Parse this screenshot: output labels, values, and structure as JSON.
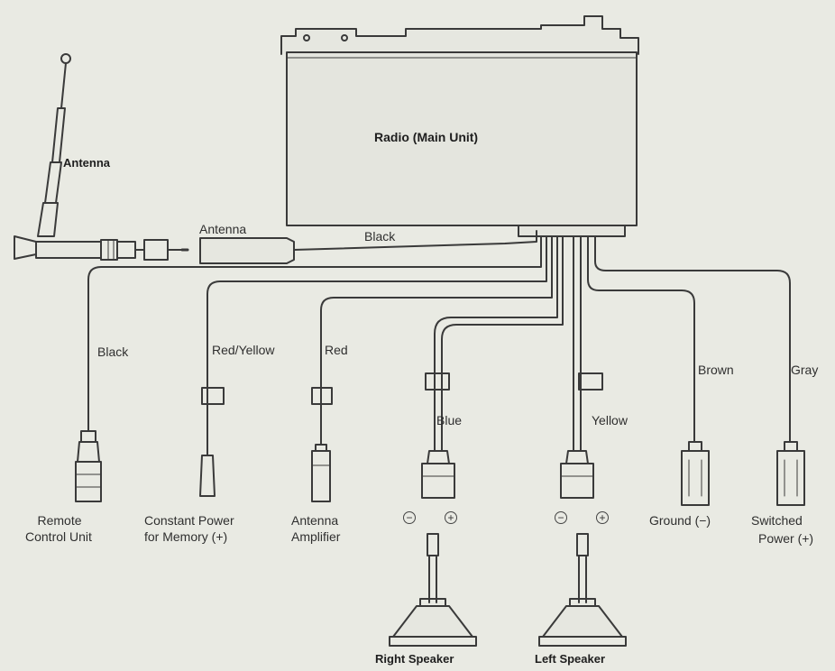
{
  "diagram": {
    "main_unit": "Radio (Main Unit)",
    "antenna_title": "Antenna",
    "antenna_plug_label": "Antenna",
    "wire_labels": {
      "antenna_cable": "Black",
      "remote": "Black",
      "memory": "Red/Yellow",
      "amplifier": "Red",
      "right_speaker": "Blue",
      "left_speaker": "Yellow",
      "ground": "Brown",
      "switched": "Gray"
    },
    "connectors": {
      "remote_line1": "Remote",
      "remote_line2": "Control Unit",
      "memory_line1": "Constant Power",
      "memory_line2": "for Memory (+)",
      "amp_line1": "Antenna",
      "amp_line2": "Amplifier",
      "ground": "Ground (−)",
      "switched_line1": "Switched",
      "switched_line2": "Power (+)"
    },
    "speakers": {
      "right": "Right Speaker",
      "left": "Left Speaker"
    },
    "polarity": {
      "minus": "−",
      "plus": "+"
    }
  }
}
